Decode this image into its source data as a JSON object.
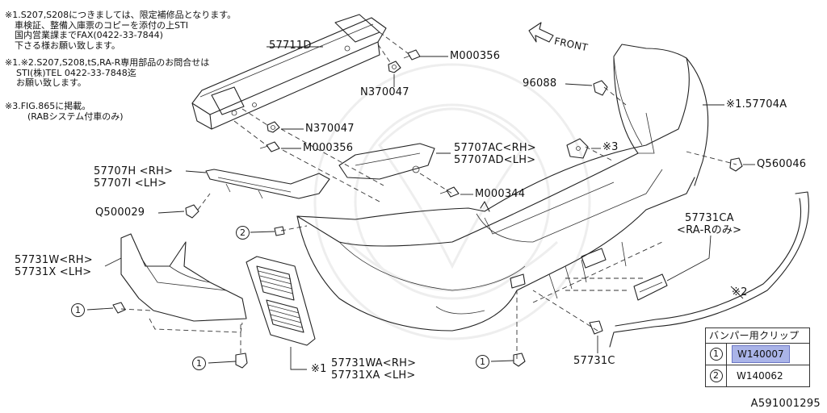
{
  "notes": {
    "note1": [
      "※1.S207,S208につきましては、限定補修品となります。",
      "車検証、整備入庫票のコピーを添付の上STI",
      "国内営業課までFAX(0422-33-7844)",
      "下さる様お願い致します。"
    ],
    "note2": [
      "※1.※2.S207,S208,tS,RA-R専用部品のお問合せは",
      "STI(株)TEL 0422-33-7848迄",
      "お願い致します。"
    ],
    "note3": [
      "※3.FIG.865に掲載。",
      "(RABシステム付車のみ)"
    ]
  },
  "front_label": "FRONT",
  "labels": {
    "p57711D": "57711D",
    "pM000356_top": "M000356",
    "pN370047_top": "N370047",
    "pN370047_mid": "N370047",
    "pM000356_mid": "M000356",
    "p96088": "96088",
    "p57704A": "※1.57704A",
    "pAC": "57707AC<RH>",
    "pAD": "57707AD<LH>",
    "star3": "※3",
    "pQ560046": "Q560046",
    "pH": "57707H <RH>",
    "pI": "57707I <LH>",
    "pM000344": "M000344",
    "pQ500029": "Q500029",
    "pCA": "57731CA",
    "pCA_sub": "<RA-Rのみ>",
    "pW": "57731W<RH>",
    "pX": "57731X <LH>",
    "star2": "※2",
    "pWA": "57731WA<RH>",
    "pXA": "57731XA <LH>",
    "star1": "※1",
    "pC": "57731C"
  },
  "clip_marks": {
    "c2": "2",
    "c1a": "1",
    "c1b": "1",
    "c1c": "1"
  },
  "clip_table": {
    "title": "バンパー用クリップ",
    "rows": [
      {
        "num": "1",
        "part": "W140007",
        "highlighted": true
      },
      {
        "num": "2",
        "part": "W140062",
        "highlighted": false
      }
    ]
  },
  "illustration_id": "A591001295",
  "colors": {
    "highlight": "#aab4e8",
    "line": "#222222"
  }
}
